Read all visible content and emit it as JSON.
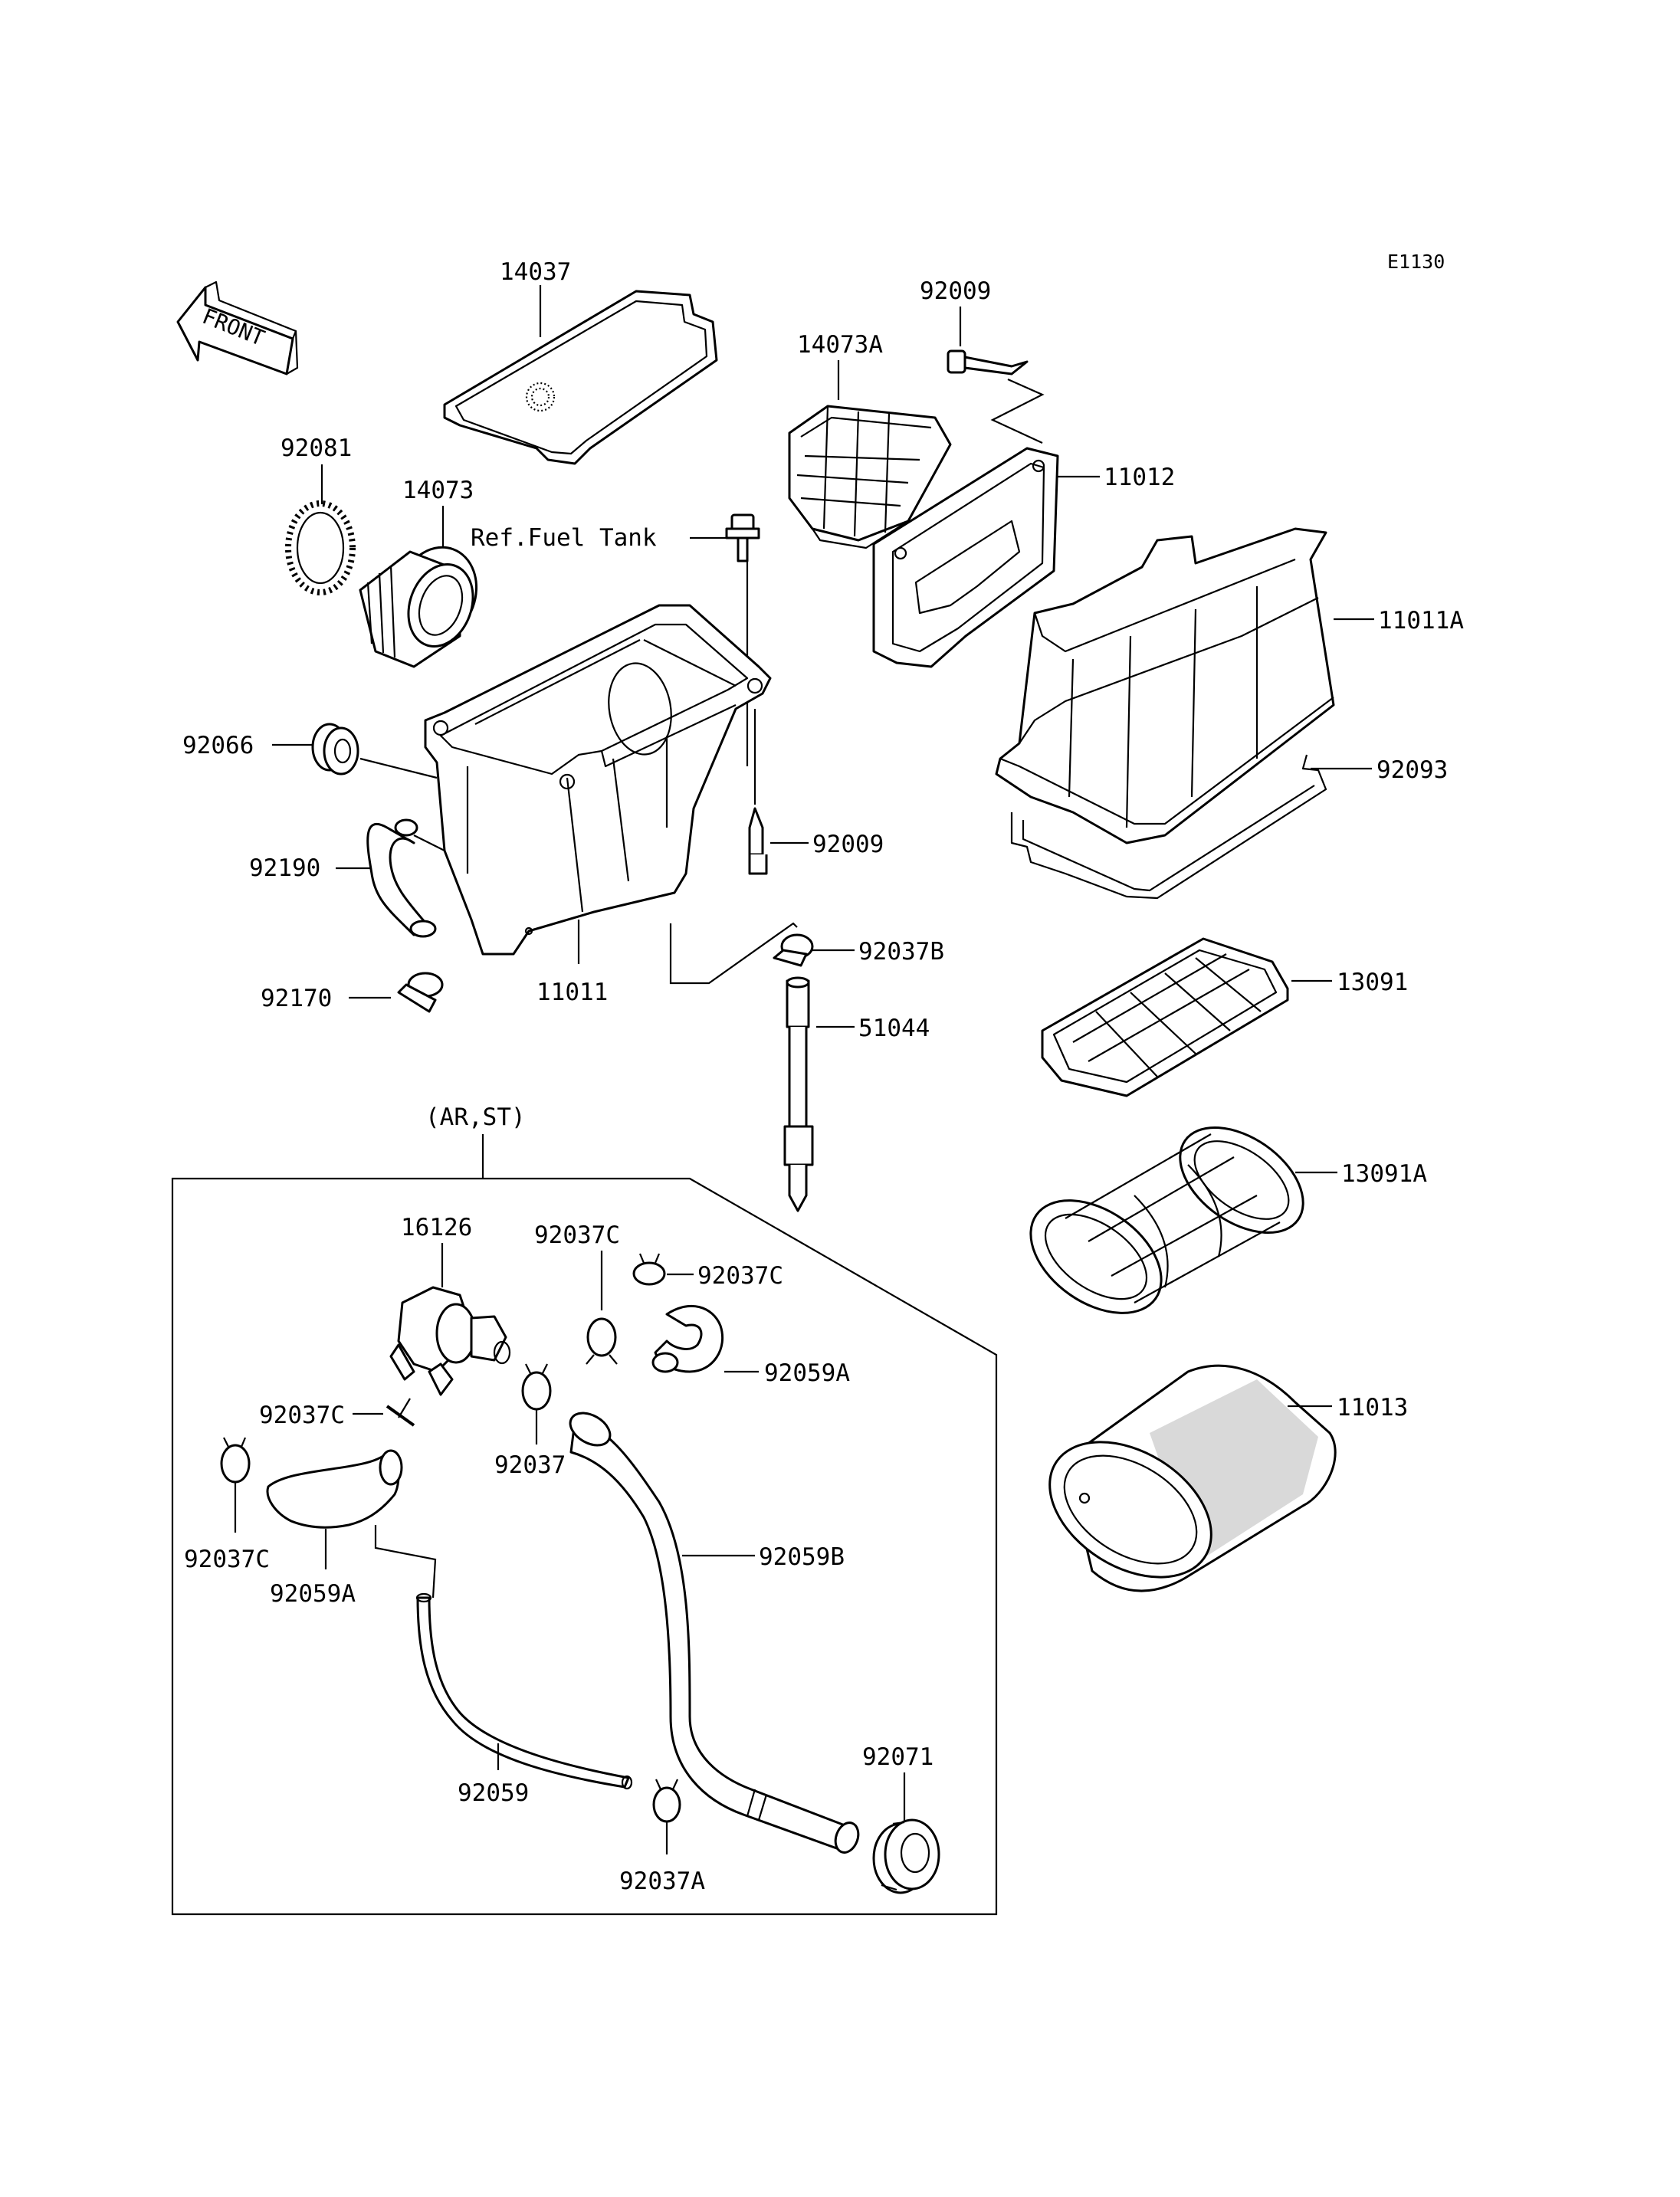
{
  "diagram_code": "E1130",
  "front_label": "FRONT",
  "subassembly_label": "(AR,ST)",
  "ref_note": "Ref.Fuel Tank",
  "parts": {
    "p14037": "14037",
    "p92009_top": "92009",
    "p14073a": "14073A",
    "p11012": "11012",
    "p92081": "92081",
    "p14073": "14073",
    "p11011a": "11011A",
    "p92066": "92066",
    "p92093": "92093",
    "p92009_mid": "92009",
    "p92190": "92190",
    "p92037b": "92037B",
    "p92170": "92170",
    "p11011": "11011",
    "p13091": "13091",
    "p51044": "51044",
    "p13091a": "13091A",
    "p16126": "16126",
    "p92037c_1": "92037C",
    "p92037c_2": "92037C",
    "p92059a_1": "92059A",
    "p92037c_3": "92037C",
    "p92037": "92037",
    "p11013": "11013",
    "p92037c_4": "92037C",
    "p92059b": "92059B",
    "p92059a_2": "92059A",
    "p92071": "92071",
    "p92059": "92059",
    "p92037a": "92037A"
  }
}
